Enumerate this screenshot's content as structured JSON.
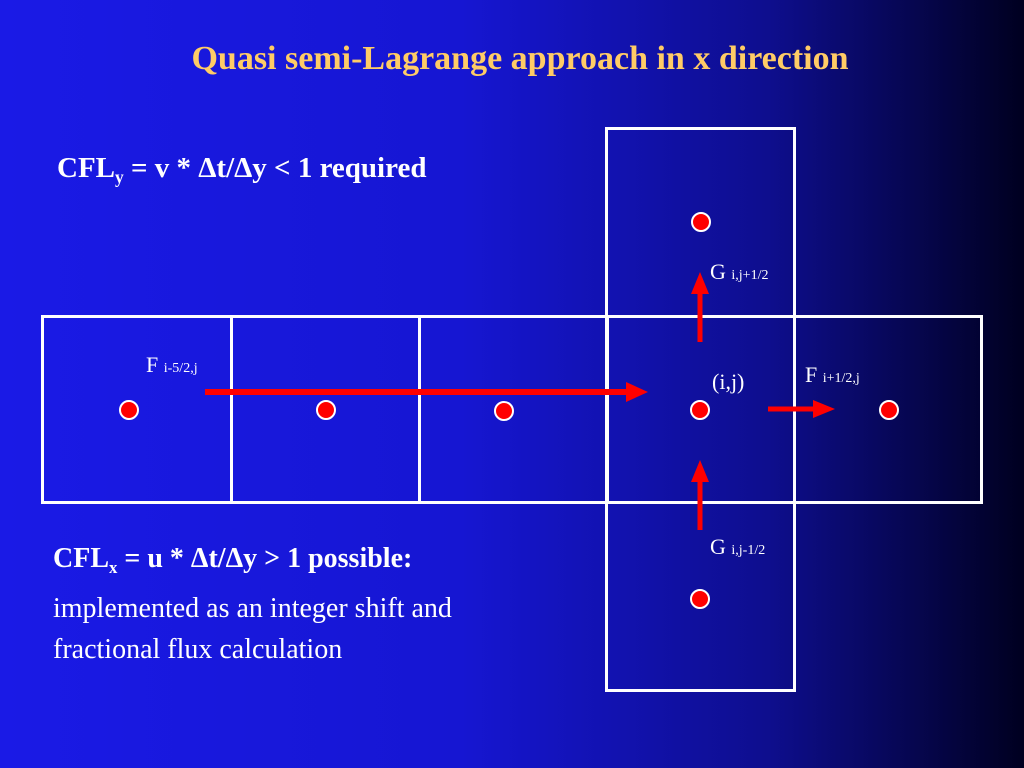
{
  "slide": {
    "title": "Quasi semi-Lagrange approach in x direction"
  },
  "cfl_y": {
    "prefix": "CFL",
    "subscript": "y",
    "formula": " = v * Δt/Δy < 1 required"
  },
  "cfl_x": {
    "prefix": "CFL",
    "subscript": "x",
    "formula": " = u * Δt/Δy > 1 possible:",
    "line2": "implemented as an integer shift and",
    "line3": "fractional flux calculation"
  },
  "labels": {
    "f_left": {
      "main": "F",
      "sub": "i-5/2,j"
    },
    "f_right": {
      "main": "F",
      "sub": "i+1/2,j"
    },
    "g_top": {
      "main": "G",
      "sub": "i,j+1/2"
    },
    "g_bottom": {
      "main": "G",
      "sub": "i,j-1/2"
    },
    "center": "(i,j)"
  },
  "colors": {
    "title": "#ffcc66",
    "arrow": "#ff0000",
    "grid_line": "#ffffff"
  }
}
